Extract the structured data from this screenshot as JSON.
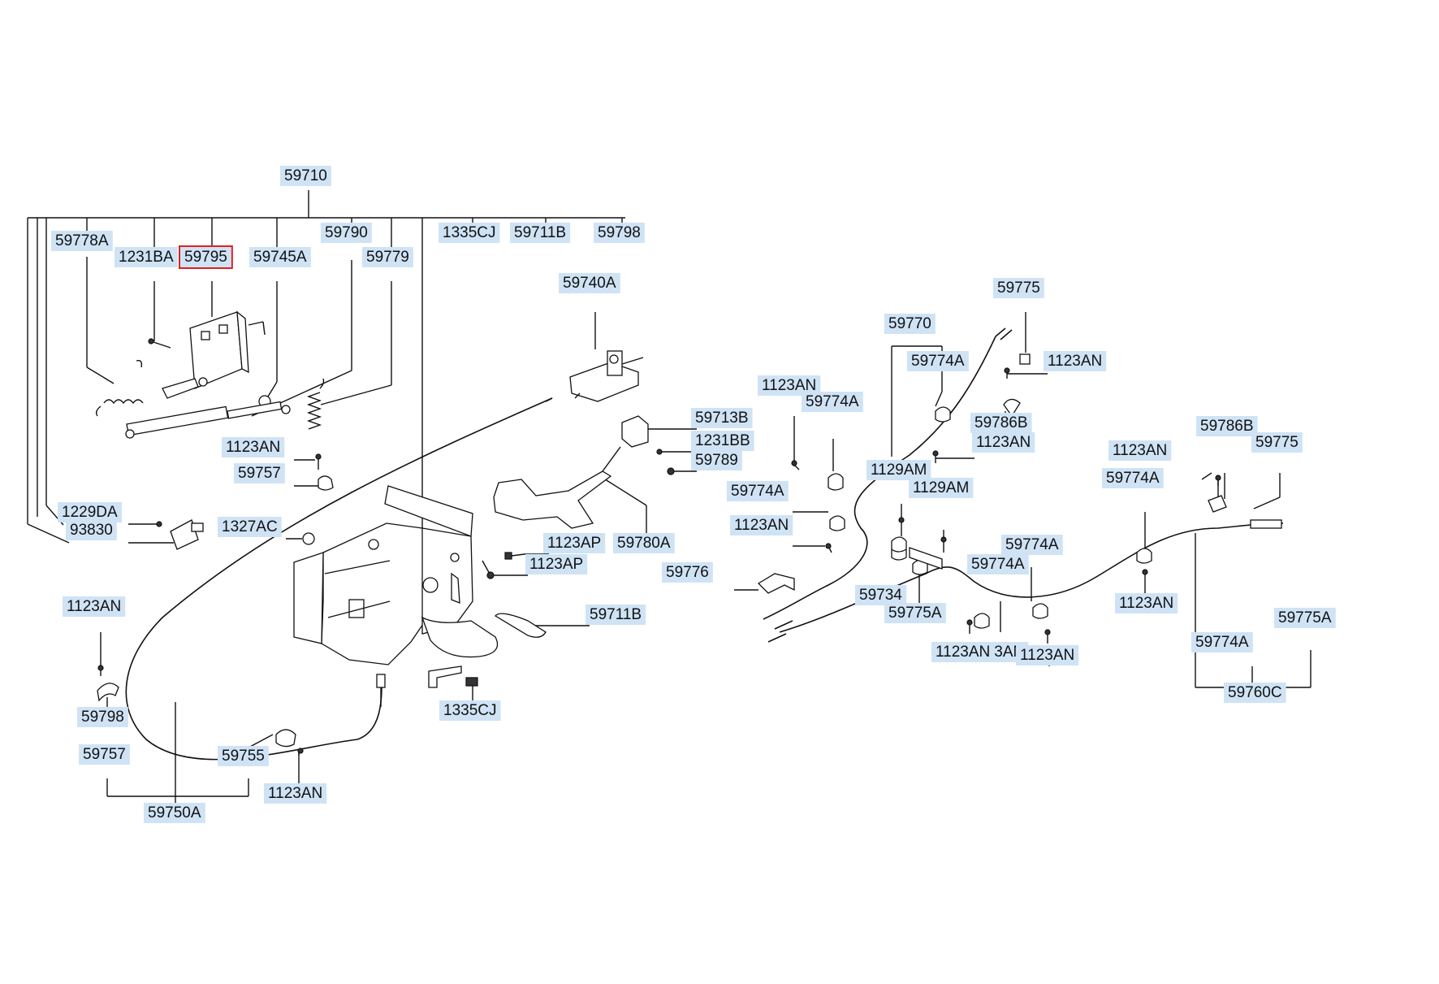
{
  "diagram": {
    "accent_label_bg": "#cfe3f5",
    "selected_outline": "#e02020",
    "selected_part": "59795",
    "labels": [
      "59710",
      "59778A",
      "1231BA",
      "59795",
      "59745A",
      "59790",
      "59779",
      "1335CJ",
      "59711B",
      "59798",
      "59740A",
      "59713B",
      "1231BB",
      "59789",
      "59780A",
      "1123AN",
      "59757",
      "1229DA",
      "93830",
      "1327AC",
      "1123AP",
      "1123AP",
      "59711B",
      "1123AN",
      "59798",
      "59757",
      "59755",
      "59750A",
      "1123AN",
      "1335CJ",
      "59775",
      "59770",
      "59774A",
      "1123AN",
      "1123AN",
      "59774A",
      "59786B",
      "1123AN",
      "1129AM",
      "1129AM",
      "59774A",
      "1123AN",
      "59776",
      "59734",
      "59775A",
      "59774A",
      "1123AN",
      "1123AN",
      "1123AN",
      "59786B",
      "59775",
      "1123AN",
      "59774A",
      "59774A",
      "1123AN",
      "59774A",
      "59775A",
      "59760C"
    ]
  }
}
